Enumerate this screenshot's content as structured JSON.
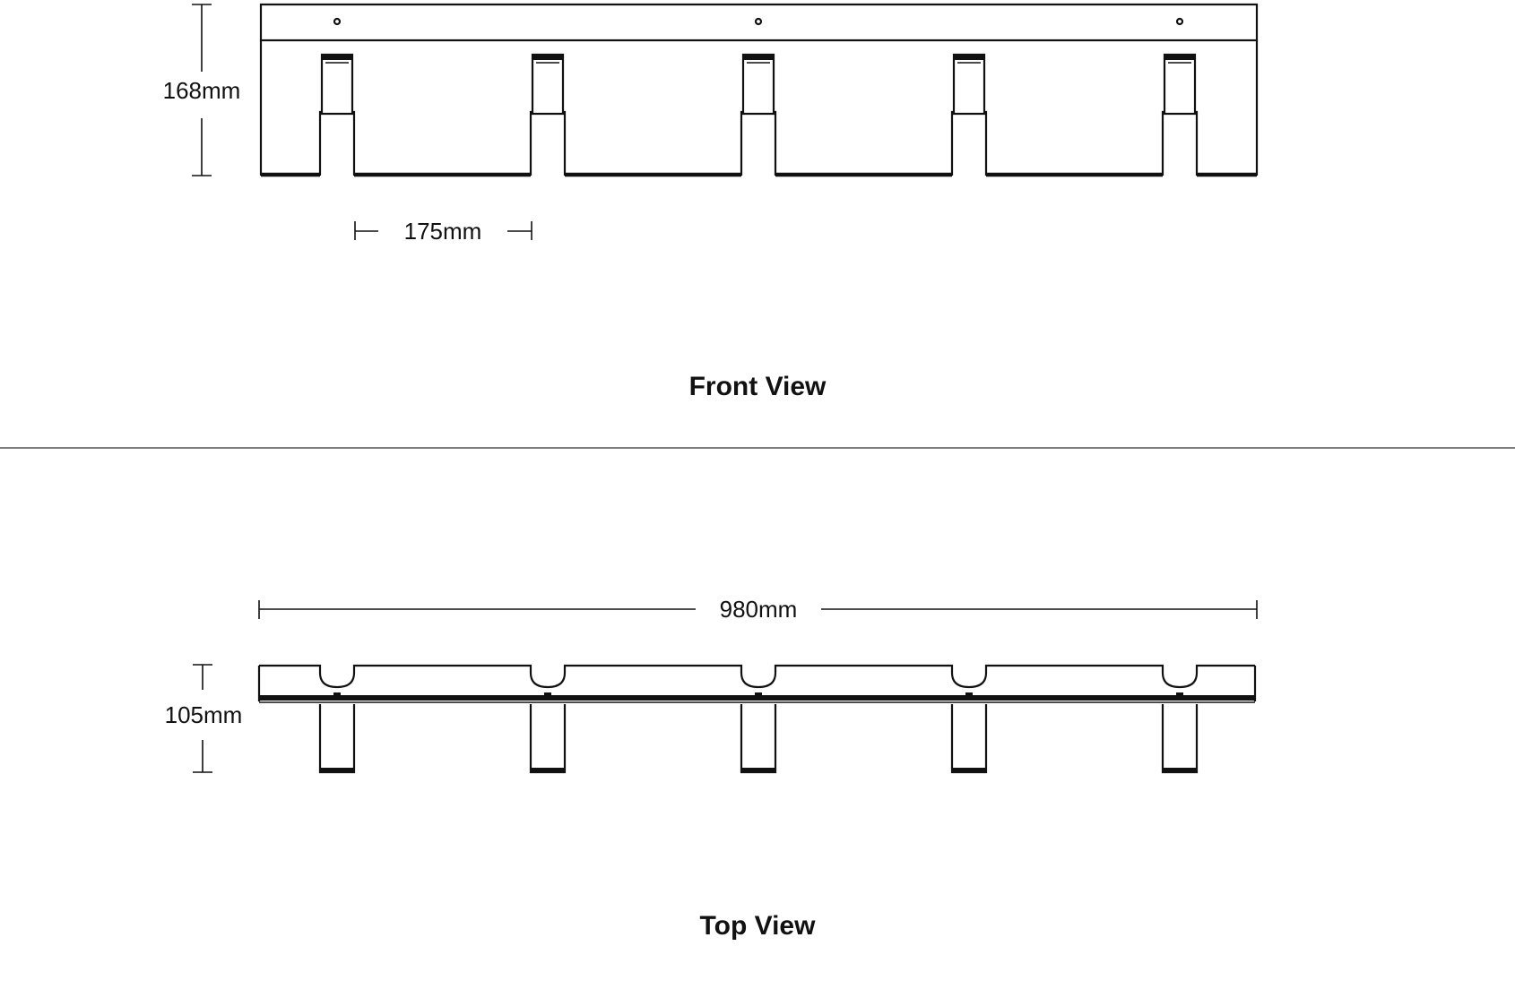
{
  "front_view": {
    "title": "Front View",
    "height_label": "168mm",
    "spacing_label": "175mm",
    "hook_count": 5,
    "screw_count": 3
  },
  "top_view": {
    "title": "Top View",
    "width_label": "980mm",
    "depth_label": "105mm",
    "hook_count": 5
  },
  "colors": {
    "line": "#111111",
    "background": "#ffffff",
    "divider": "#555555"
  }
}
